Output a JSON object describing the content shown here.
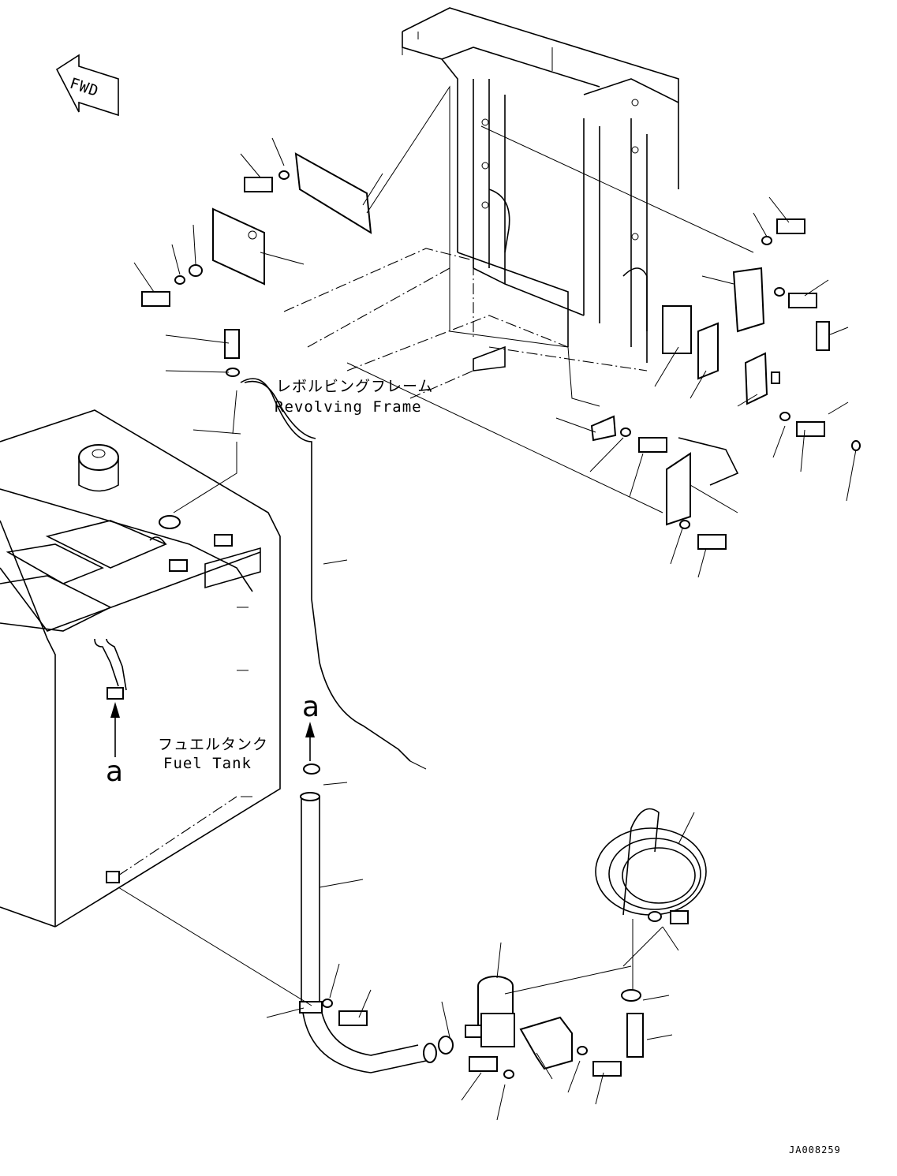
{
  "labels": {
    "fwd": "FWD",
    "revolving_frame_ja": "レボルビングフレーム",
    "revolving_frame_en": "Revolving Frame",
    "fuel_tank_ja": "フュエルタンク",
    "fuel_tank_en": "Fuel Tank",
    "ref_a_tank": "a",
    "ref_a_pipe": "a",
    "drawing_number": "JA008259"
  },
  "colors": {
    "ink": "#000000",
    "paper": "#ffffff"
  }
}
